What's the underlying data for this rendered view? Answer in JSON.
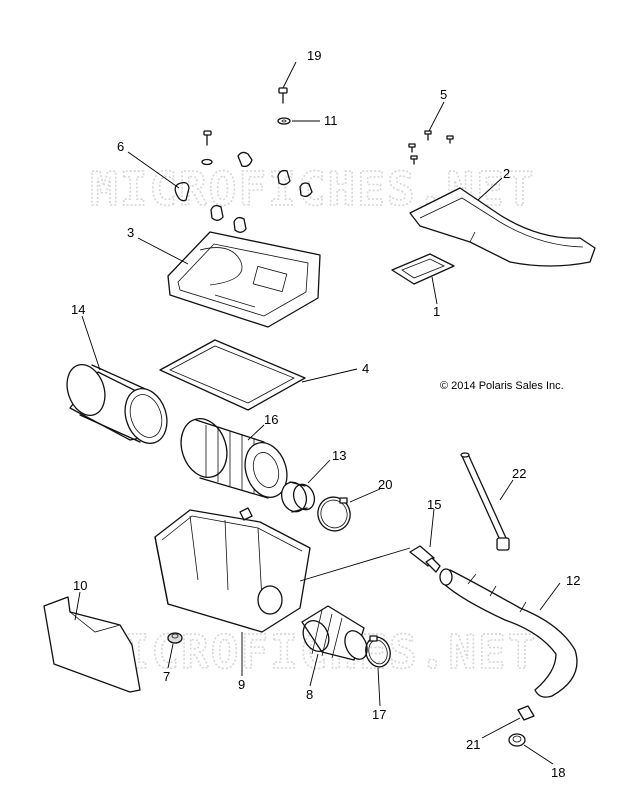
{
  "watermark": "MICROFICHES.NET",
  "copyright": "© 2014 Polaris Sales Inc.",
  "callouts": [
    "19",
    "5",
    "11",
    "6",
    "2",
    "3",
    "1",
    "14",
    "4",
    "16",
    "13",
    "20",
    "22",
    "15",
    "12",
    "10",
    "7",
    "9",
    "8",
    "17",
    "21",
    "18"
  ]
}
